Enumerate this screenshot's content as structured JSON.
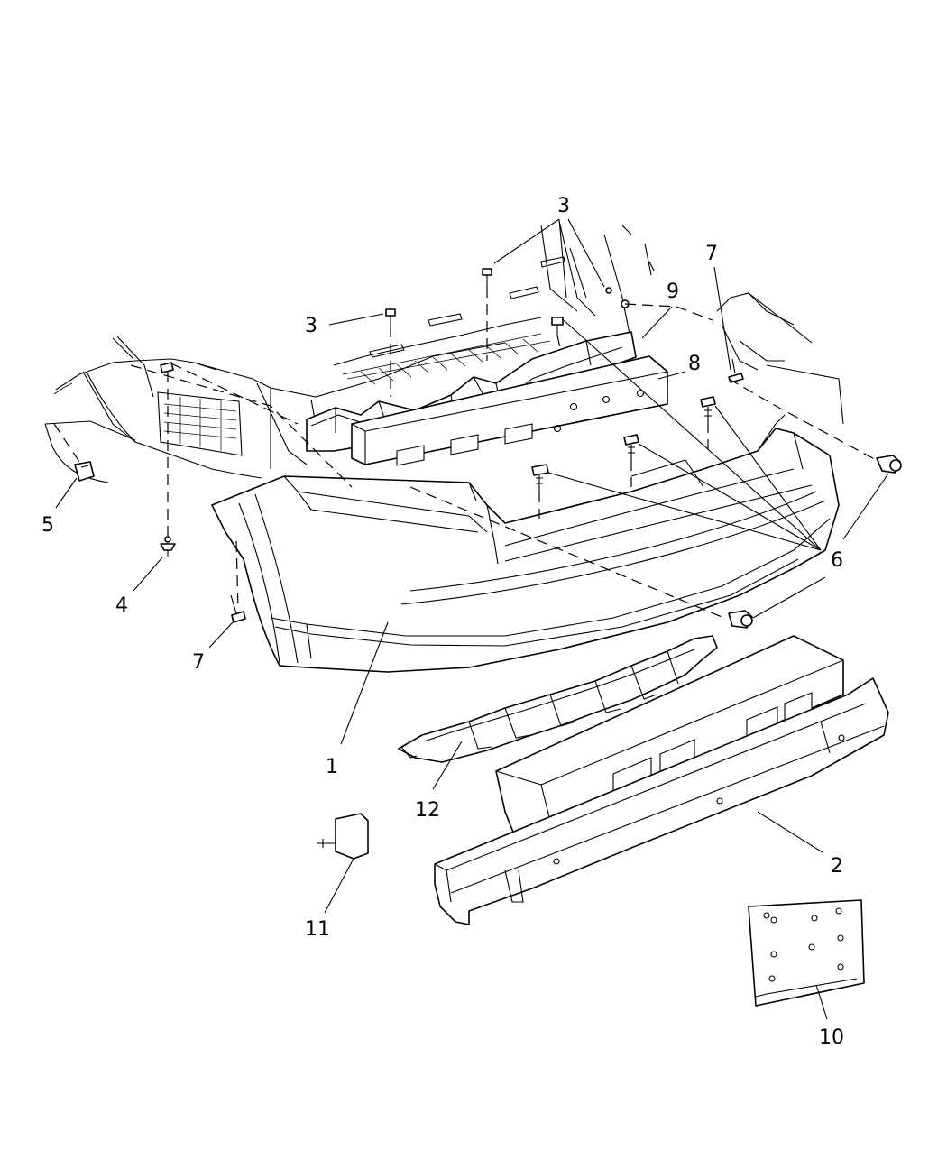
{
  "callouts": {
    "c1": "1",
    "c2": "2",
    "c3a": "3",
    "c3b": "3",
    "c4": "4",
    "c5": "5",
    "c6": "6",
    "c7a": "7",
    "c7b": "7",
    "c8": "8",
    "c9": "9",
    "c10": "10",
    "c11": "11",
    "c12": "12"
  }
}
